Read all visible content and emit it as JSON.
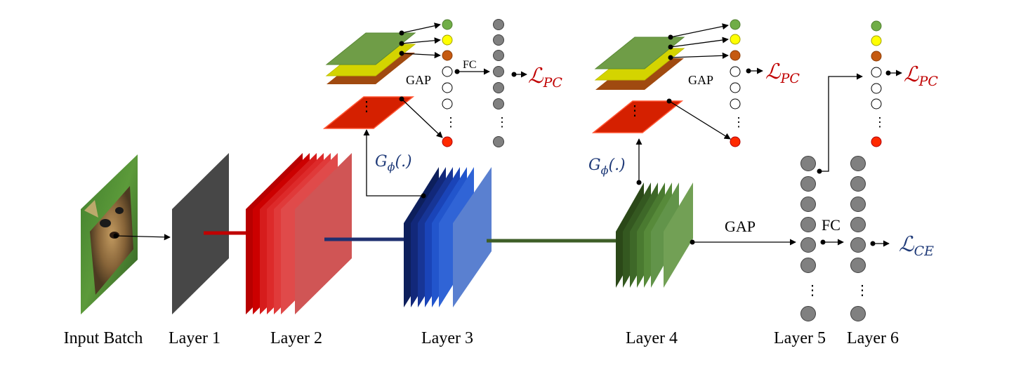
{
  "labels": {
    "input_batch": "Input Batch",
    "layer1": "Layer 1",
    "layer2": "Layer 2",
    "layer3": "Layer 3",
    "layer4": "Layer 4",
    "layer5": "Layer 5",
    "layer6": "Layer 6"
  },
  "annotations": {
    "gap": "GAP",
    "fc": "FC",
    "g_phi_main": "G",
    "g_phi_sub": "ϕ",
    "g_phi_arg": "(.)",
    "loss_script": "ℒ",
    "loss_pc_sub": "PC",
    "loss_ce_sub": "CE",
    "ellipsis": "⋮"
  },
  "colors": {
    "layer1": "#474747",
    "layer2": "#dd2222",
    "layer3": "#1f47b8",
    "layer4": "#4e7a30",
    "conn_layer1_2": "#c00000",
    "conn_layer2_3": "#1f3070",
    "conn_layer3_4": "#3e5e28",
    "loss_pc": "#c00000",
    "loss_ce": "#1f3a78",
    "node_gray": "#808080",
    "node_green": "#70ad47",
    "node_yellow": "#ffff00",
    "node_brown": "#c55a11",
    "node_red": "#ff3300"
  }
}
